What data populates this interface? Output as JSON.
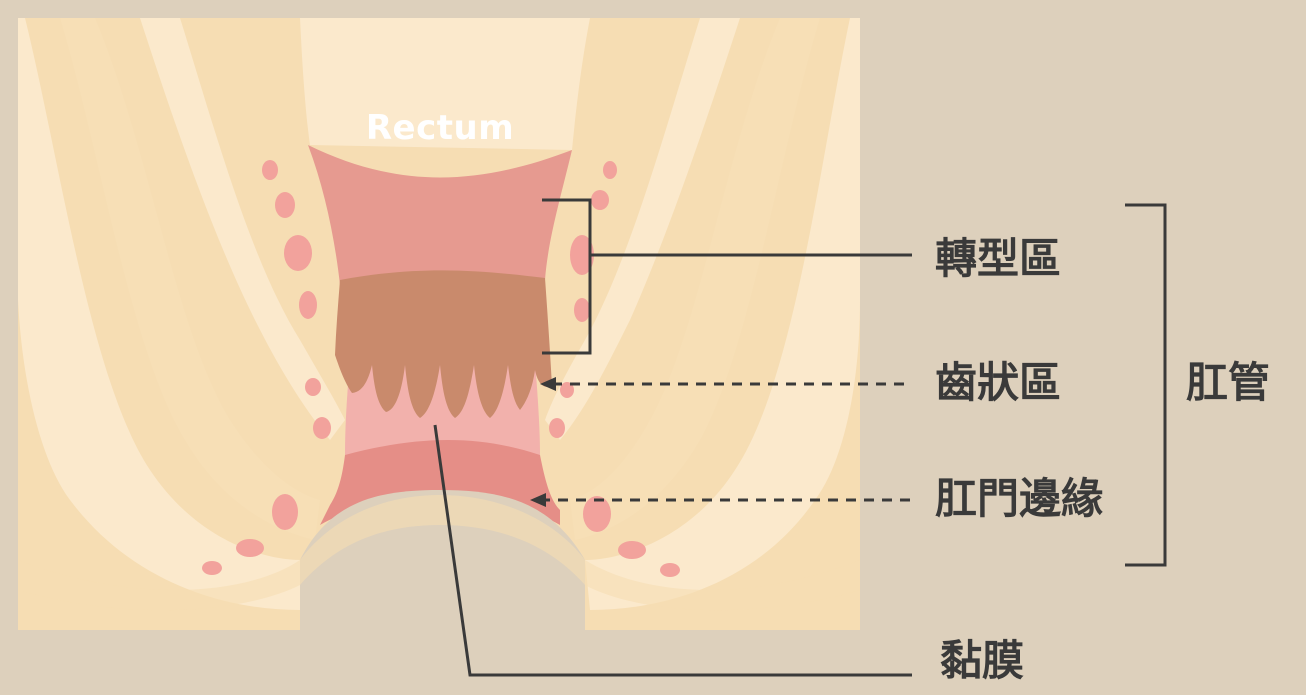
{
  "diagram": {
    "rectum_label": "Rectum",
    "labels": {
      "transition_zone": "轉型區",
      "dentate_zone": "齒狀區",
      "anal_verge": "肛門邊緣",
      "anal_canal": "肛管",
      "mucosa": "黏膜"
    },
    "colors": {
      "background": "#ddd0bc",
      "tissue_outer": "#f6ddb3",
      "tissue_inner": "#fbe9cc",
      "rectum": "#fbe9cc",
      "transition_zone": "#e69a90",
      "dentate_zone": "#c98a6c",
      "mucosa": "#f2b1ac",
      "anal_verge": "#e58e87",
      "spots": "#f2a29c",
      "lines": "#3a3a3a"
    }
  }
}
